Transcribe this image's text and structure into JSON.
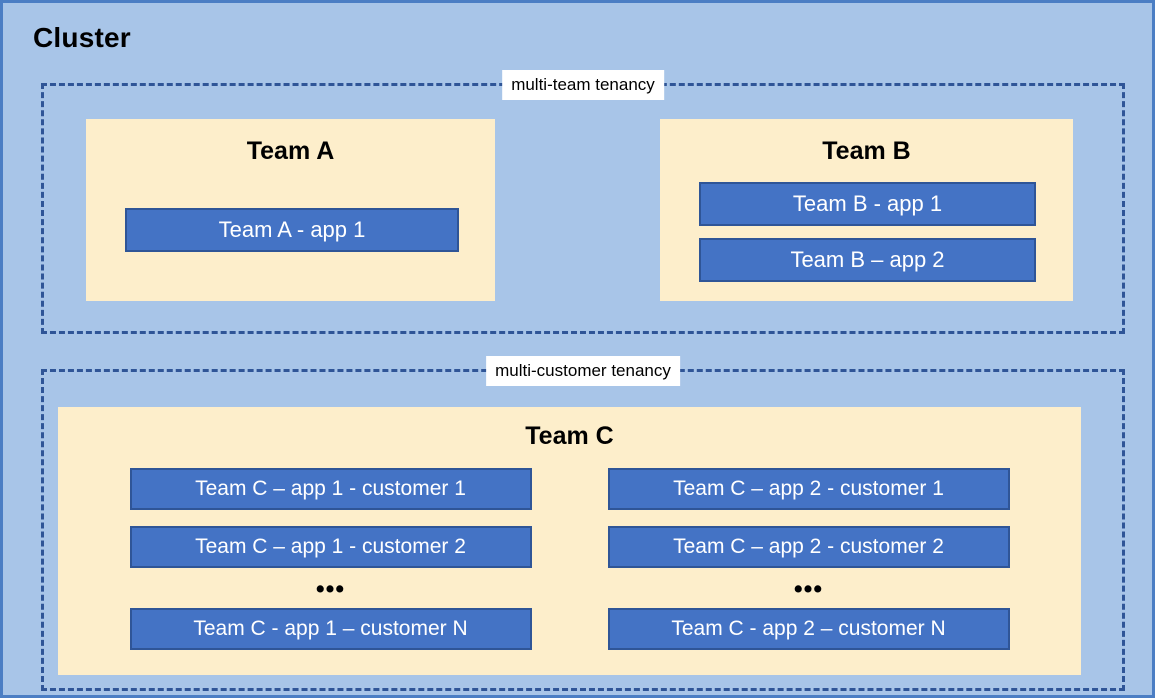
{
  "diagram": {
    "title": "Cluster",
    "colors": {
      "cluster_background": "#a8c5e8",
      "cluster_border": "#4b7ec4",
      "tenancy_border": "#2f5597",
      "team_panel_fill": "#fdeecb",
      "app_box_fill": "#4473c5",
      "app_box_border": "#2f5597",
      "app_box_text": "#ffffff",
      "label_background": "#ffffff",
      "text": "#000000"
    },
    "zones": [
      {
        "id": "multi-team",
        "label": "multi-team tenancy",
        "teams": [
          {
            "id": "team-a",
            "heading": "Team A",
            "apps": [
              "Team A - app 1"
            ]
          },
          {
            "id": "team-b",
            "heading": "Team B",
            "apps": [
              "Team B - app 1",
              "Team B – app 2"
            ]
          }
        ]
      },
      {
        "id": "multi-customer",
        "label": "multi-customer tenancy",
        "teams": [
          {
            "id": "team-c",
            "heading": "Team C",
            "columns": [
              {
                "id": "team-c-app-1",
                "items": [
                  "Team C – app 1 - customer 1",
                  "Team C – app 1 - customer 2"
                ],
                "ellipsis": "•••",
                "last": "Team C - app 1 – customer N"
              },
              {
                "id": "team-c-app-2",
                "items": [
                  "Team C – app 2 - customer 1",
                  "Team C – app 2 - customer 2"
                ],
                "ellipsis": "•••",
                "last": "Team C - app 2 – customer N"
              }
            ]
          }
        ]
      }
    ]
  }
}
